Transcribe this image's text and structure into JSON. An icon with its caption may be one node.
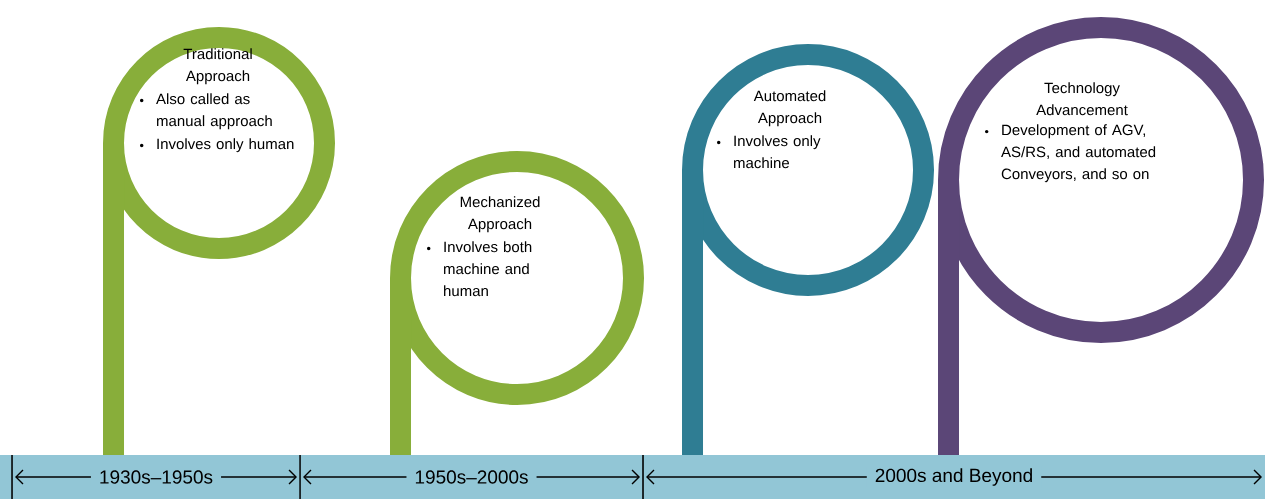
{
  "diagram": {
    "nodes": [
      {
        "text": [
          "Traditional Approach",
          "Also called as manual approach",
          "Involves only human"
        ]
      },
      {
        "text": [
          "Mechanized Approach",
          "Involves both machine and human"
        ]
      },
      {
        "text": [
          "Automated Approach",
          "Involves only machine"
        ]
      },
      {
        "text": [
          "Technology Advancement",
          "Development of AGV, AS/RS, and automated Conveyors, and so on"
        ]
      }
    ],
    "edges": [],
    "labels": [
      "1930s–1950s",
      "1950s–2000s",
      "2000s and Beyond"
    ]
  }
}
